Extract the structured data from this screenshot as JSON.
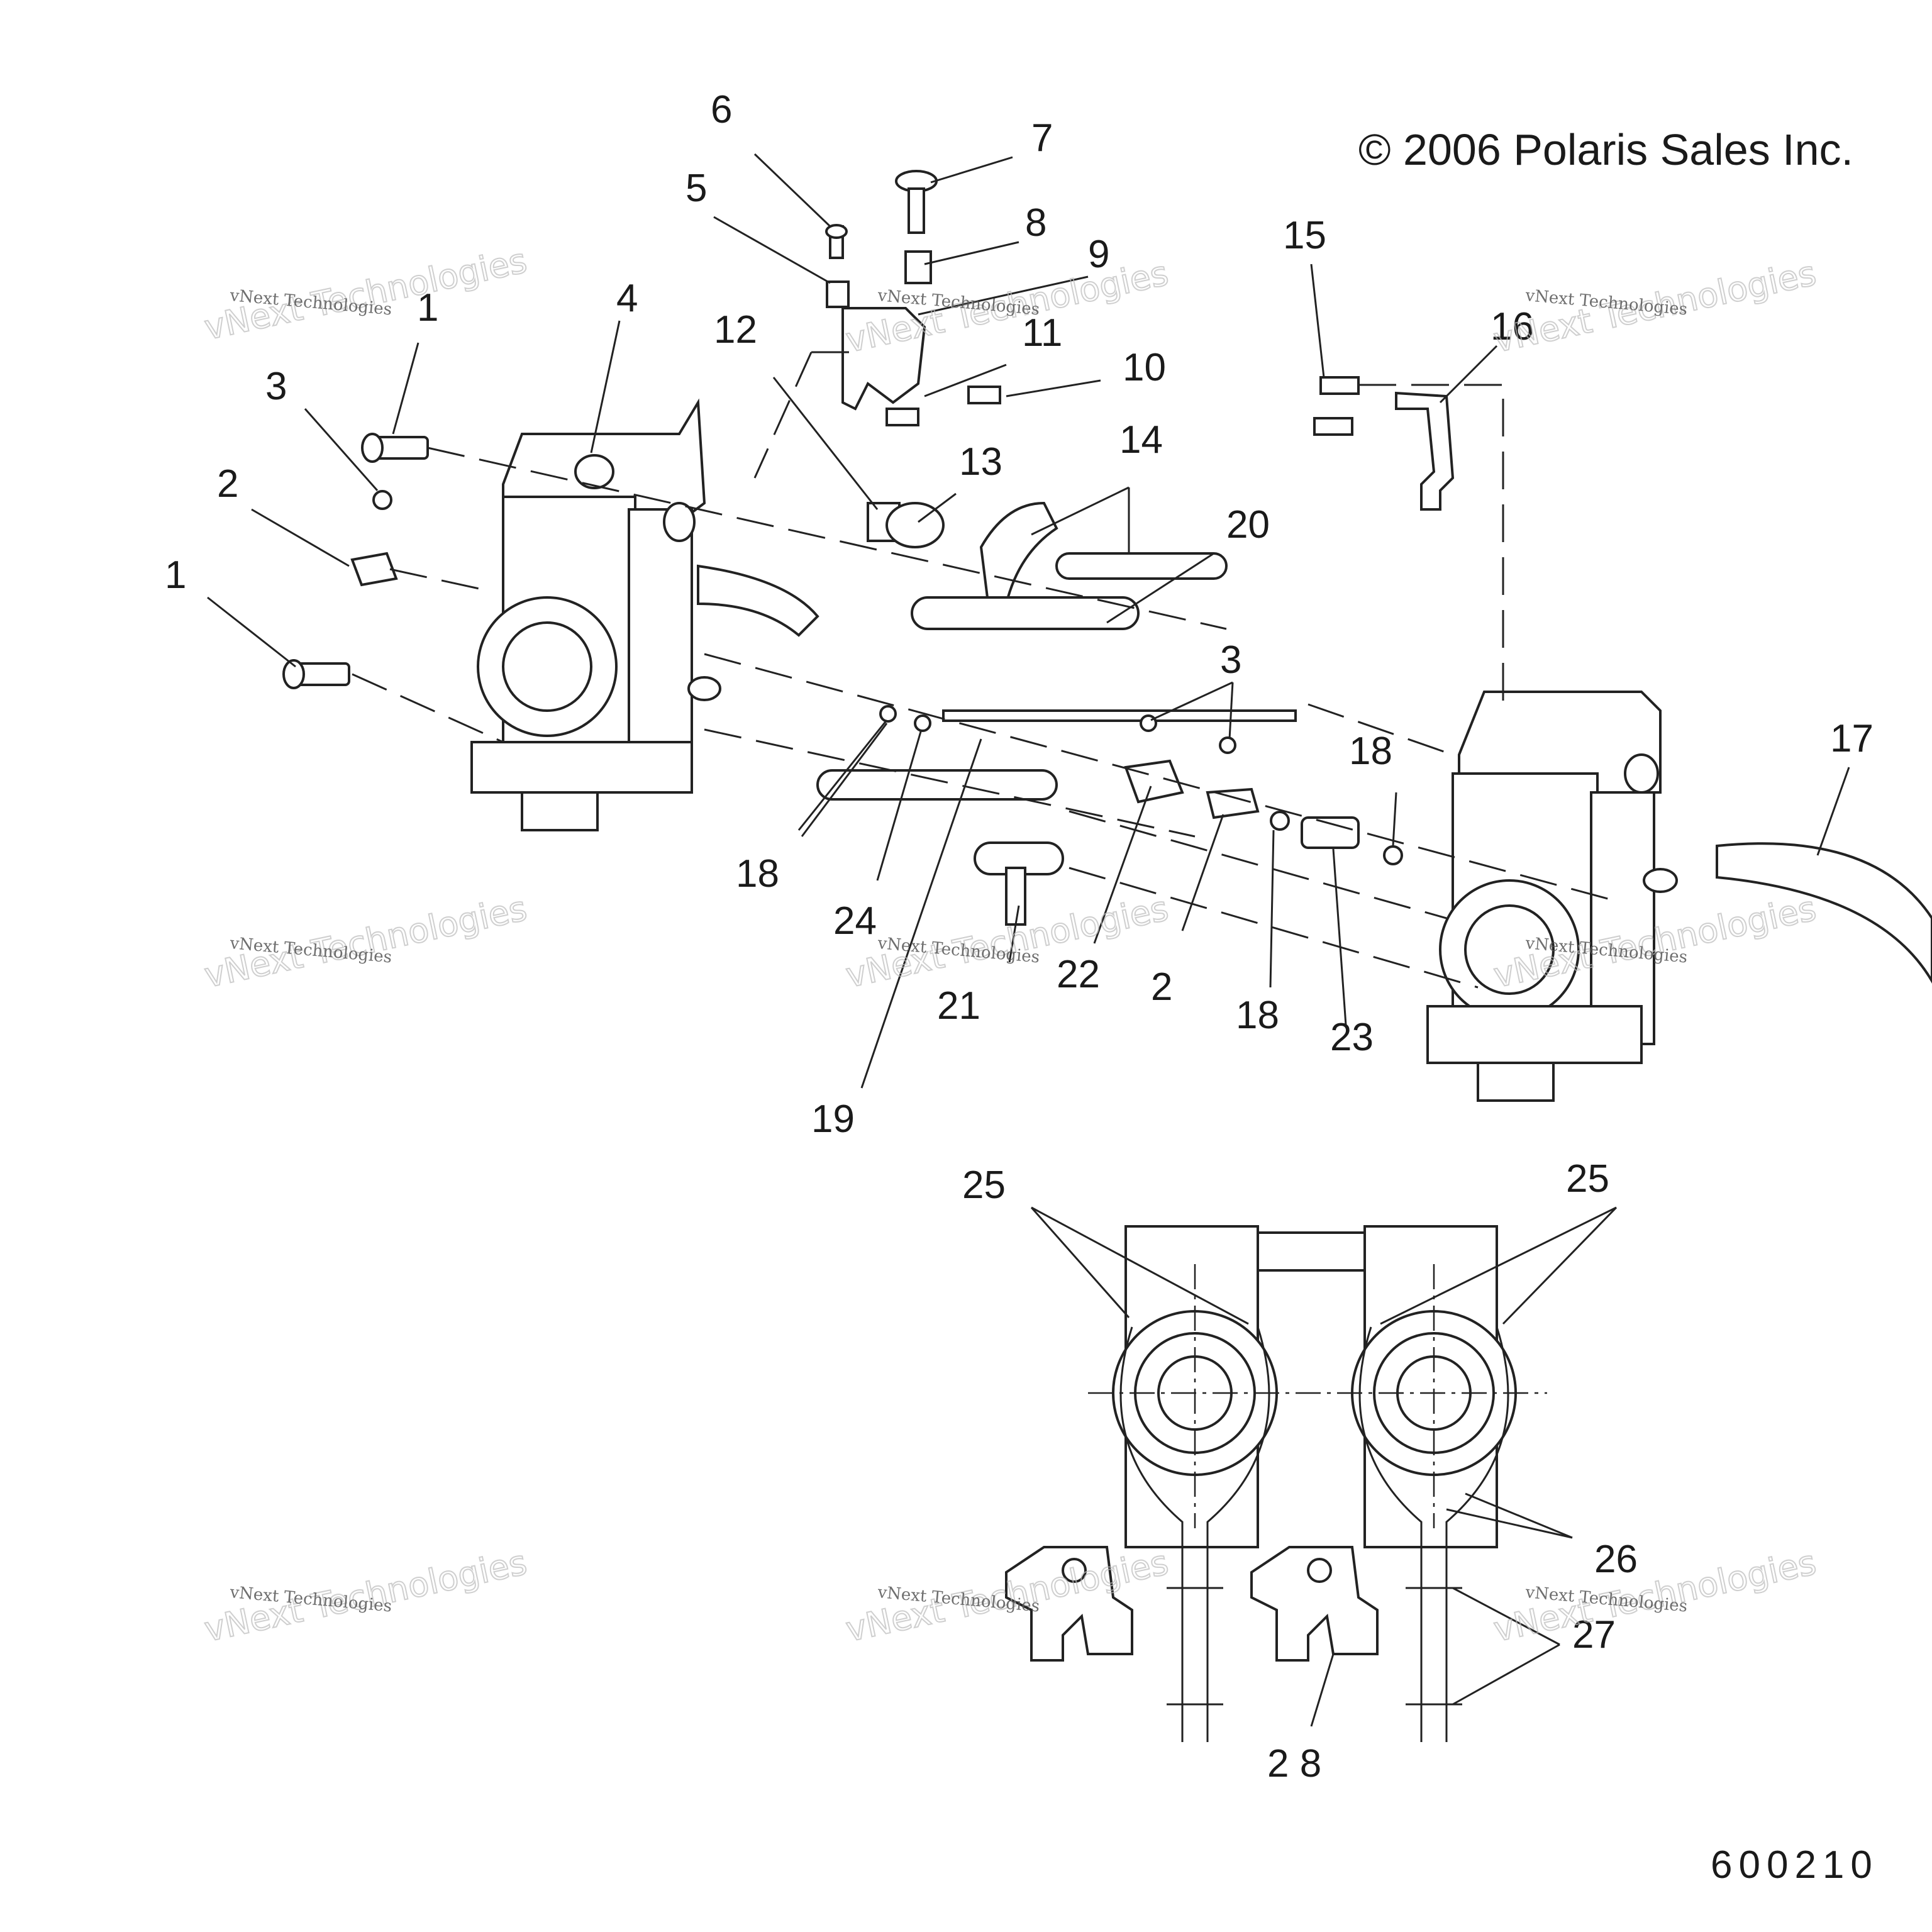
{
  "copyright": "© 2006 Polaris Sales Inc.",
  "figure_number": "600210",
  "watermark": {
    "line1": "vNext Technologies",
    "line2": "vNext Technologies"
  },
  "callouts": {
    "c1a": "1",
    "c1b": "1",
    "c2a": "2",
    "c2b": "2",
    "c3a": "3",
    "c3b": "3",
    "c4": "4",
    "c5": "5",
    "c6": "6",
    "c7": "7",
    "c8": "8",
    "c9": "9",
    "c10": "10",
    "c11": "11",
    "c12": "12",
    "c13": "13",
    "c14": "14",
    "c15": "15",
    "c16": "16",
    "c17": "17",
    "c18a": "18",
    "c18b": "18",
    "c18c": "18",
    "c19": "19",
    "c20": "20",
    "c21": "21",
    "c22": "22",
    "c23": "23",
    "c24": "24",
    "c25a": "25",
    "c25b": "25",
    "c26": "26",
    "c27": "27",
    "c28": "2 8"
  }
}
